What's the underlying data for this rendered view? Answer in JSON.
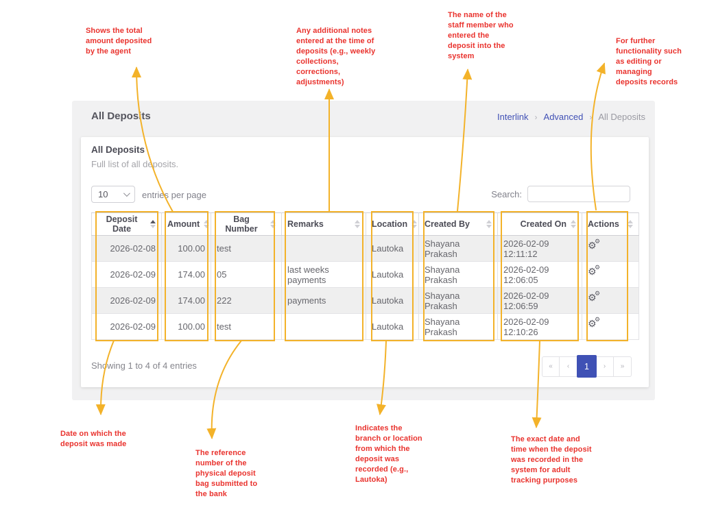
{
  "colors": {
    "annotation_red": "#e9322d",
    "accent_yellow": "#f3b229",
    "link_indigo": "#4050b5",
    "active_page_bg": "#3f51b5"
  },
  "panel": {
    "title": "All Deposits",
    "breadcrumb": [
      {
        "label": "Interlink"
      },
      {
        "label": "Advanced"
      },
      {
        "label": "All Deposits"
      }
    ],
    "separator": "›"
  },
  "card": {
    "title": "All Deposits",
    "subtitle": "Full list of all deposits.",
    "page_size_value": "10",
    "entries_per_page_label": "entries per page",
    "search_label": "Search:",
    "search_value": "",
    "table": {
      "columns": [
        {
          "label": "Deposit Date",
          "sorted": "asc",
          "align": "right"
        },
        {
          "label": "Amount",
          "align": "right"
        },
        {
          "label": "Bag Number",
          "align": "left"
        },
        {
          "label": "Remarks",
          "align": "left"
        },
        {
          "label": "Location",
          "align": "left"
        },
        {
          "label": "Created By",
          "align": "left"
        },
        {
          "label": "Created On",
          "align": "left",
          "header_align": "right"
        },
        {
          "label": "Actions",
          "align": "left",
          "icon": "cogs-icon"
        }
      ],
      "rows": [
        [
          "2026-02-08",
          "100.00",
          "test",
          "",
          "Lautoka",
          "Shayana Prakash",
          "2026-02-09 12:11:12"
        ],
        [
          "2026-02-09",
          "174.00",
          "05",
          "last weeks payments",
          "Lautoka",
          "Shayana Prakash",
          "2026-02-09 12:06:05"
        ],
        [
          "2026-02-09",
          "174.00",
          "222",
          "payments",
          "Lautoka",
          "Shayana Prakash",
          "2026-02-09 12:06:59"
        ],
        [
          "2026-02-09",
          "100.00",
          "test",
          "",
          "Lautoka",
          "Shayana Prakash",
          "2026-02-09 12:10:26"
        ]
      ]
    },
    "footer": {
      "showing": "Showing 1 to 4 of 4 entries",
      "pager": [
        "«",
        "‹",
        "1",
        "›",
        "»"
      ],
      "active_page": "1"
    }
  },
  "annotations": [
    {
      "id": "amount",
      "text": "Shows the total amount deposited by the agent"
    },
    {
      "id": "remarks",
      "text": "Any additional notes entered at the time of deposits (e.g., weekly collections, corrections, adjustments)"
    },
    {
      "id": "created-by",
      "text": "The name of the staff member who entered the deposit into the system"
    },
    {
      "id": "actions",
      "text": "For further functionality such as editing or managing deposits records"
    },
    {
      "id": "deposit-date",
      "text": "Date on which the deposit was made"
    },
    {
      "id": "bag-number",
      "text": "The reference number of the physical deposit bag submitted to the bank"
    },
    {
      "id": "location",
      "text": "Indicates the branch or location from which the deposit was recorded (e.g., Lautoka)"
    },
    {
      "id": "created-on",
      "text": "The exact date and time when the deposit was recorded in the system for adult tracking purposes"
    }
  ]
}
